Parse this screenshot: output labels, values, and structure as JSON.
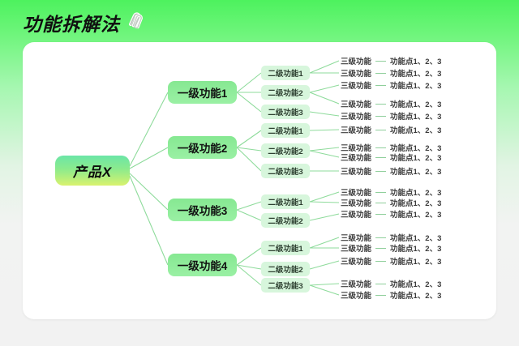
{
  "page": {
    "title": "功能拆解法",
    "title_icon": "paperclip"
  },
  "colors": {
    "background_top": "#4df25e",
    "background_bottom": "#f2f2f2",
    "card": "#ffffff",
    "root_gradient_top": "#6be5a7",
    "root_gradient_bottom": "#d9f26e",
    "level1_box": "#8feb9b",
    "level2_box": "#d7f6dc",
    "connector": "#8edb9b",
    "leaf_text": "#3c3c3c"
  },
  "tree": {
    "root": {
      "label": "产品X"
    },
    "groups": [
      {
        "label": "一级功能1",
        "children": [
          {
            "label": "二级功能1",
            "leaves": [
              {
                "l3": "三级功能",
                "l4": "功能点1、2、3"
              },
              {
                "l3": "三级功能",
                "l4": "功能点1、2、3"
              }
            ]
          },
          {
            "label": "二级功能2",
            "leaves": [
              {
                "l3": "三级功能",
                "l4": "功能点1、2、3"
              },
              {
                "l3": "三级功能",
                "l4": "功能点1、2、3"
              }
            ]
          },
          {
            "label": "二级功能3",
            "leaves": [
              {
                "l3": "三级功能",
                "l4": "功能点1、2、3"
              }
            ]
          }
        ]
      },
      {
        "label": "一级功能2",
        "children": [
          {
            "label": "二级功能1",
            "leaves": [
              {
                "l3": "三级功能",
                "l4": "功能点1、2、3"
              }
            ]
          },
          {
            "label": "二级功能2",
            "leaves": [
              {
                "l3": "三级功能",
                "l4": "功能点1、2、3"
              },
              {
                "l3": "三级功能",
                "l4": "功能点1、2、3"
              }
            ]
          },
          {
            "label": "二级功能3",
            "leaves": [
              {
                "l3": "三级功能",
                "l4": "功能点1、2、3"
              }
            ]
          }
        ]
      },
      {
        "label": "一级功能3",
        "children": [
          {
            "label": "二级功能1",
            "leaves": [
              {
                "l3": "三级功能",
                "l4": "功能点1、2、3"
              },
              {
                "l3": "三级功能",
                "l4": "功能点1、2、3"
              }
            ]
          },
          {
            "label": "二级功能2",
            "leaves": [
              {
                "l3": "三级功能",
                "l4": "功能点1、2、3"
              }
            ]
          }
        ]
      },
      {
        "label": "一级功能4",
        "children": [
          {
            "label": "二级功能1",
            "leaves": [
              {
                "l3": "三级功能",
                "l4": "功能点1、2、3"
              },
              {
                "l3": "三级功能",
                "l4": "功能点1、2、3"
              }
            ]
          },
          {
            "label": "二级功能2",
            "leaves": [
              {
                "l3": "三级功能",
                "l4": "功能点1、2、3"
              }
            ]
          },
          {
            "label": "二级功能3",
            "leaves": [
              {
                "l3": "三级功能",
                "l4": "功能点1、2、3"
              },
              {
                "l3": "三级功能",
                "l4": "功能点1、2、3"
              }
            ]
          }
        ]
      }
    ]
  }
}
